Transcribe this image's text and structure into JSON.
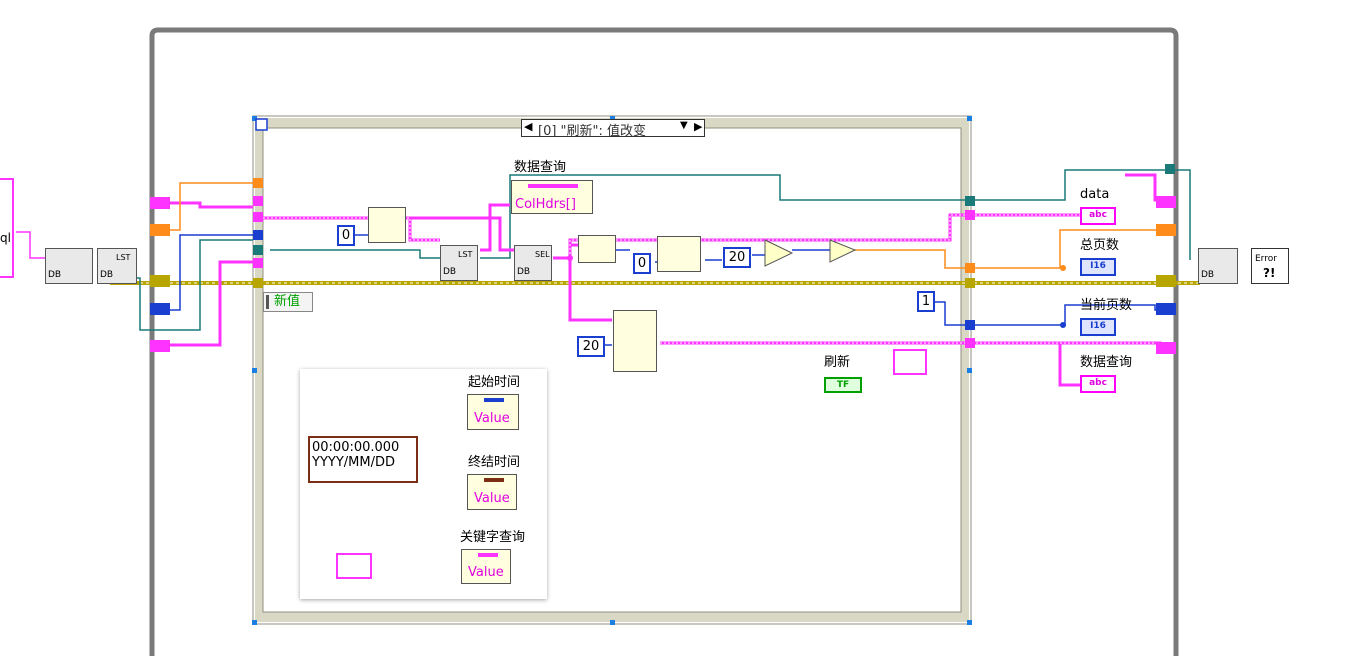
{
  "event_case": {
    "selector_label": "[0] \"刷新\": 值改变",
    "new_value_label": "新值"
  },
  "labels": {
    "query_data": "数据查询",
    "colhdrs": "ColHdrs[]",
    "refresh": "刷新",
    "bool_tf": "TF",
    "start_time": "起始时间",
    "end_time": "终结时间",
    "keyword_query": "关键字查询",
    "value": "Value",
    "sql_fragment": "ql",
    "data": "data",
    "total_pages": "总页数",
    "current_page": "当前页数",
    "query_data_out": "数据查询",
    "i16": "I16",
    "abc": "abc",
    "error": "Error",
    "error_sym": "?!",
    "lst": "LST",
    "db": "DB",
    "sel": "SEL"
  },
  "constants": {
    "zero_a": "0",
    "zero_b": "0",
    "twenty_a": "20",
    "twenty_b": "20",
    "one": "1",
    "timestamp_line1": "00:00:00.000",
    "timestamp_line2": "YYYY/MM/DD"
  },
  "colors": {
    "frame": "#7a7a7a",
    "string_wire": "#ff33ff",
    "numeric_wire": "#1a3fd0",
    "double_wire": "#ff8c1a",
    "refnum_wire": "#1a7a7a",
    "error_wire": "#b8a600",
    "timestamp": "#7a2e14",
    "bool": "#00a000"
  }
}
